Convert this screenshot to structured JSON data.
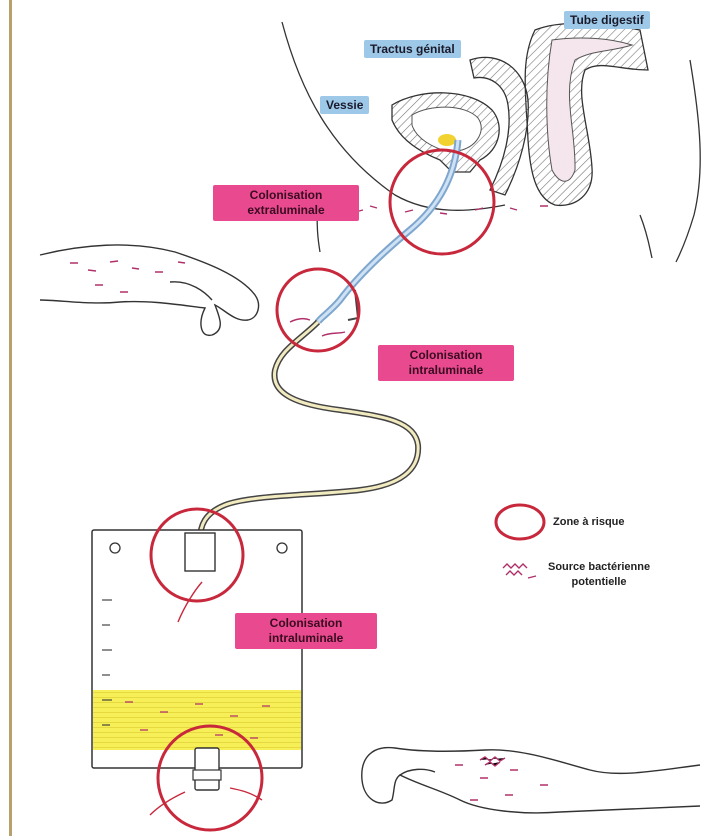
{
  "labels": {
    "tube_digestif": "Tube digestif",
    "tractus_genital": "Tractus génital",
    "vessie": "Vessie",
    "colonisation_extraluminale": [
      "Colonisation",
      "extraluminale"
    ],
    "colonisation_intraluminale_top": [
      "Colonisation",
      "intraluminale"
    ],
    "colonisation_intraluminale_bag": [
      "Colonisation",
      "intraluminale"
    ]
  },
  "legend": {
    "zone": "Zone à risque",
    "source": [
      "Source bactérienne",
      "potentielle"
    ]
  },
  "colors": {
    "risk_circle": "#c8283c",
    "pink_label": "#e94a8f",
    "blue_label": "#9ec8e8",
    "bacteria": "#b0306a",
    "urine": "#f4ec4a",
    "catheter": "#a9c8e4"
  }
}
